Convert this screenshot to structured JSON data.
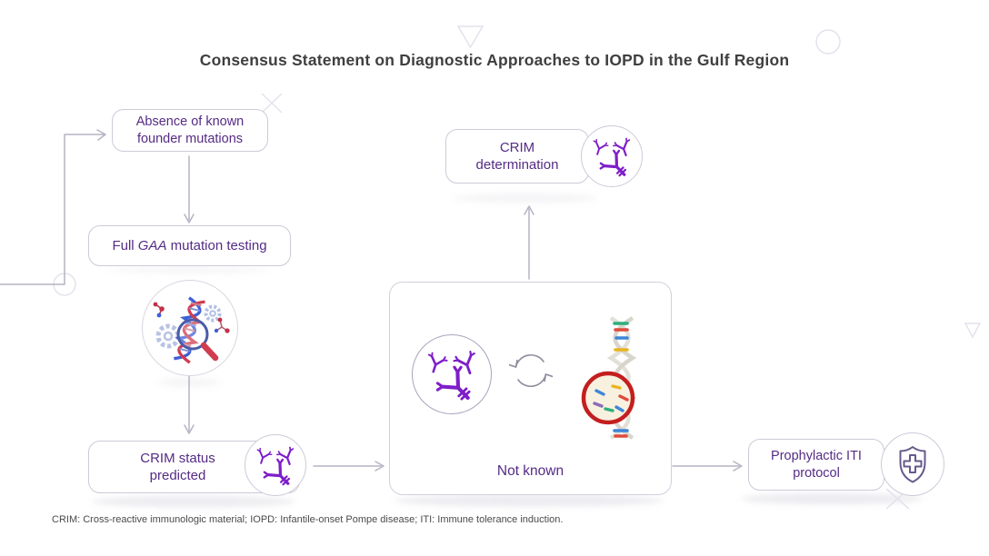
{
  "title": "Consensus Statement on Diagnostic Approaches to IOPD in the Gulf Region",
  "footnote": "CRIM: Cross-reactive immunologic material; IOPD: Infantile-onset Pompe disease; ITI: Immune tolerance induction.",
  "nodes": {
    "absence": {
      "label": "Absence of known founder mutations"
    },
    "full_gaa": {
      "prefix": "Full ",
      "gene": "GAA",
      "suffix": " mutation testing"
    },
    "genetic_testing": {
      "icon": "dna-analysis-icon"
    },
    "crim_status": {
      "label": "CRIM status predicted",
      "icon": "antibodies-icon"
    },
    "crim_determination": {
      "label": "CRIM determination",
      "icon": "antibodies-icon"
    },
    "not_known": {
      "label": "Not known",
      "icons": [
        "antibodies-icon",
        "cycle-icon",
        "dna-magnified-icon"
      ]
    },
    "prophylactic": {
      "label": "Prophylactic ITI protocol",
      "icon": "shield-cross-icon"
    }
  },
  "edges": [
    "entry → absence-of-known-founder-mutations",
    "absence-of-known-founder-mutations → full-gaa-mutation-testing",
    "full-gaa-mutation-testing → crim-status-predicted",
    "crim-status-predicted → not-known",
    "not-known → crim-determination",
    "not-known → prophylactic-iti-protocol"
  ],
  "colors": {
    "text_purple": "#552b85",
    "antibody_purple": "#7e1ec9",
    "title_gray": "#3f3f3f",
    "box_border": "#cdcad8",
    "arrow_gray": "#b5b3c3",
    "highlight_red": "#c41e1e"
  }
}
